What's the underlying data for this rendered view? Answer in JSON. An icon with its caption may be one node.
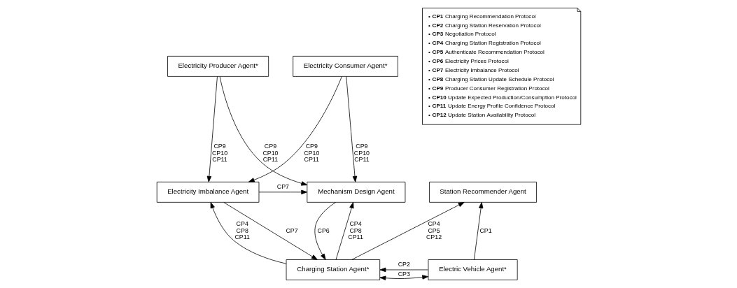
{
  "diagram": {
    "nodes": [
      {
        "text": [
          "Electricity Producer Agent*"
        ]
      },
      {
        "text": [
          "Electricity Consumer Agent*"
        ]
      },
      {
        "text": [
          "Mechanism Design Agent"
        ]
      },
      {
        "text": [
          "Electricity Imbalance Agent"
        ]
      },
      {
        "text": [
          "Station Recommender Agent"
        ]
      },
      {
        "text": [
          "Charging Station Agent*"
        ]
      },
      {
        "text": [
          "Electric Vehicle Agent*"
        ]
      },
      {
        "text": [
          "• **CP1** Charging Recommendation Protocol",
          "• **CP2** Charging Station Reservation Protocol",
          "• **CP3** Negotiation Protocol",
          "• **CP4** Charging Station Registration Protocol",
          "• **CP5** Authenticate Recommendation Protocol",
          "• **CP6** Electricity Prices Protocol",
          "• **CP7** Electricity Imbalance Protocol",
          "• **CP8** Charging Station Update Schedule Protocol",
          "• **CP9** Producer Consumer Registration Protocol",
          "• **CP10** Update Expected Production/Consumption Protocol",
          "• **CP11** Update Energy Profile Confidence Protocol",
          "• **CP12** Update Station Availability Protocol"
        ]
      }
    ],
    "edges": [
      {
        "from": 0,
        "to": 2,
        "arrow": "to",
        "label": "CP9 CP10 CP11"
      },
      {
        "from": 0,
        "to": 3,
        "arrow": "to",
        "label": "CP9 CP10 CP11"
      },
      {
        "from": 1,
        "to": 3,
        "arrow": "to",
        "label": "CP9 CP10 CP11"
      },
      {
        "from": 1,
        "to": 2,
        "arrow": "to",
        "label": "CP9 CP10 CP11"
      },
      {
        "from": 3,
        "to": 2,
        "arrow": "to",
        "label": "CP7"
      },
      {
        "from": 2,
        "to": 5,
        "arrow": "to",
        "label": "CP6"
      },
      {
        "from": 5,
        "to": 2,
        "arrow": "to",
        "label": "CP4 CP8 CP11"
      },
      {
        "from": 3,
        "to": 5,
        "arrow": "to",
        "label": "CP7"
      },
      {
        "from": 5,
        "to": 3,
        "arrow": "to",
        "label": "CP4 CP8 CP11"
      },
      {
        "from": 5,
        "to": 4,
        "arrow": "to",
        "label": "CP4 CP5 CP12"
      },
      {
        "from": 6,
        "to": 4,
        "arrow": "to",
        "label": "CP1"
      },
      {
        "from": 6,
        "to": 5,
        "arrow": "to",
        "label": "CP2"
      },
      {
        "from": 5,
        "to": 6,
        "arrow": "both",
        "label": "CP3"
      }
    ]
  }
}
